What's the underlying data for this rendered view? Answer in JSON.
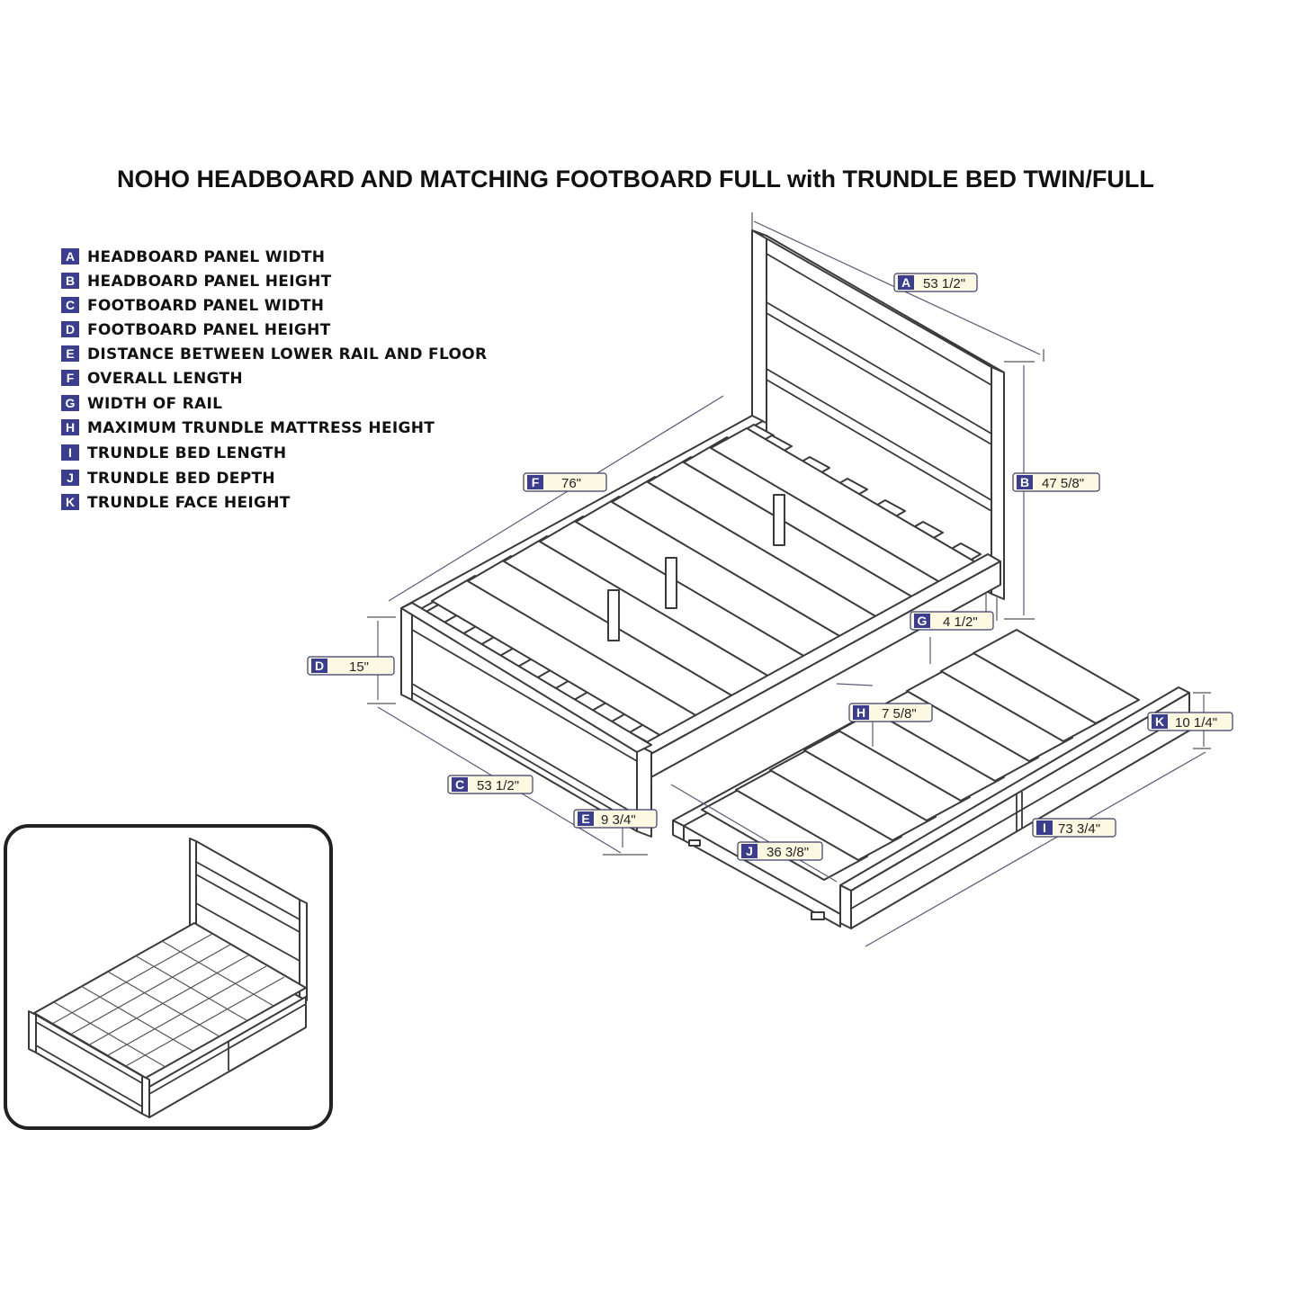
{
  "title": "NOHO HEADBOARD AND MATCHING FOOTBOARD FULL with TRUNDLE BED TWIN/FULL",
  "legend": [
    {
      "key": "A",
      "label": "HEADBOARD PANEL WIDTH"
    },
    {
      "key": "B",
      "label": "HEADBOARD PANEL HEIGHT"
    },
    {
      "key": "C",
      "label": "FOOTBOARD PANEL WIDTH"
    },
    {
      "key": "D",
      "label": "FOOTBOARD PANEL HEIGHT"
    },
    {
      "key": "E",
      "label": "DISTANCE BETWEEN LOWER RAIL AND FLOOR"
    },
    {
      "key": "F",
      "label": "OVERALL LENGTH"
    },
    {
      "key": "G",
      "label": "WIDTH OF RAIL"
    },
    {
      "key": "H",
      "label": "MAXIMUM TRUNDLE MATTRESS HEIGHT"
    },
    {
      "key": "I",
      "label": "TRUNDLE BED LENGTH"
    },
    {
      "key": "J",
      "label": "TRUNDLE BED DEPTH"
    },
    {
      "key": "K",
      "label": "TRUNDLE FACE HEIGHT"
    }
  ],
  "dimensions": {
    "A": "53 1/2\"",
    "B": "47 5/8\"",
    "C": "53 1/2\"",
    "D": "15\"",
    "E": "9 3/4\"",
    "F": "76\"",
    "G": "4 1/2\"",
    "H": "7 5/8\"",
    "I": "73 3/4\"",
    "J": "36 3/8\"",
    "K": "10 1/4\""
  },
  "colors": {
    "key_badge": "#3b3d8f",
    "tag_fill": "#fdf8e1",
    "line": "#3a3a3a"
  }
}
